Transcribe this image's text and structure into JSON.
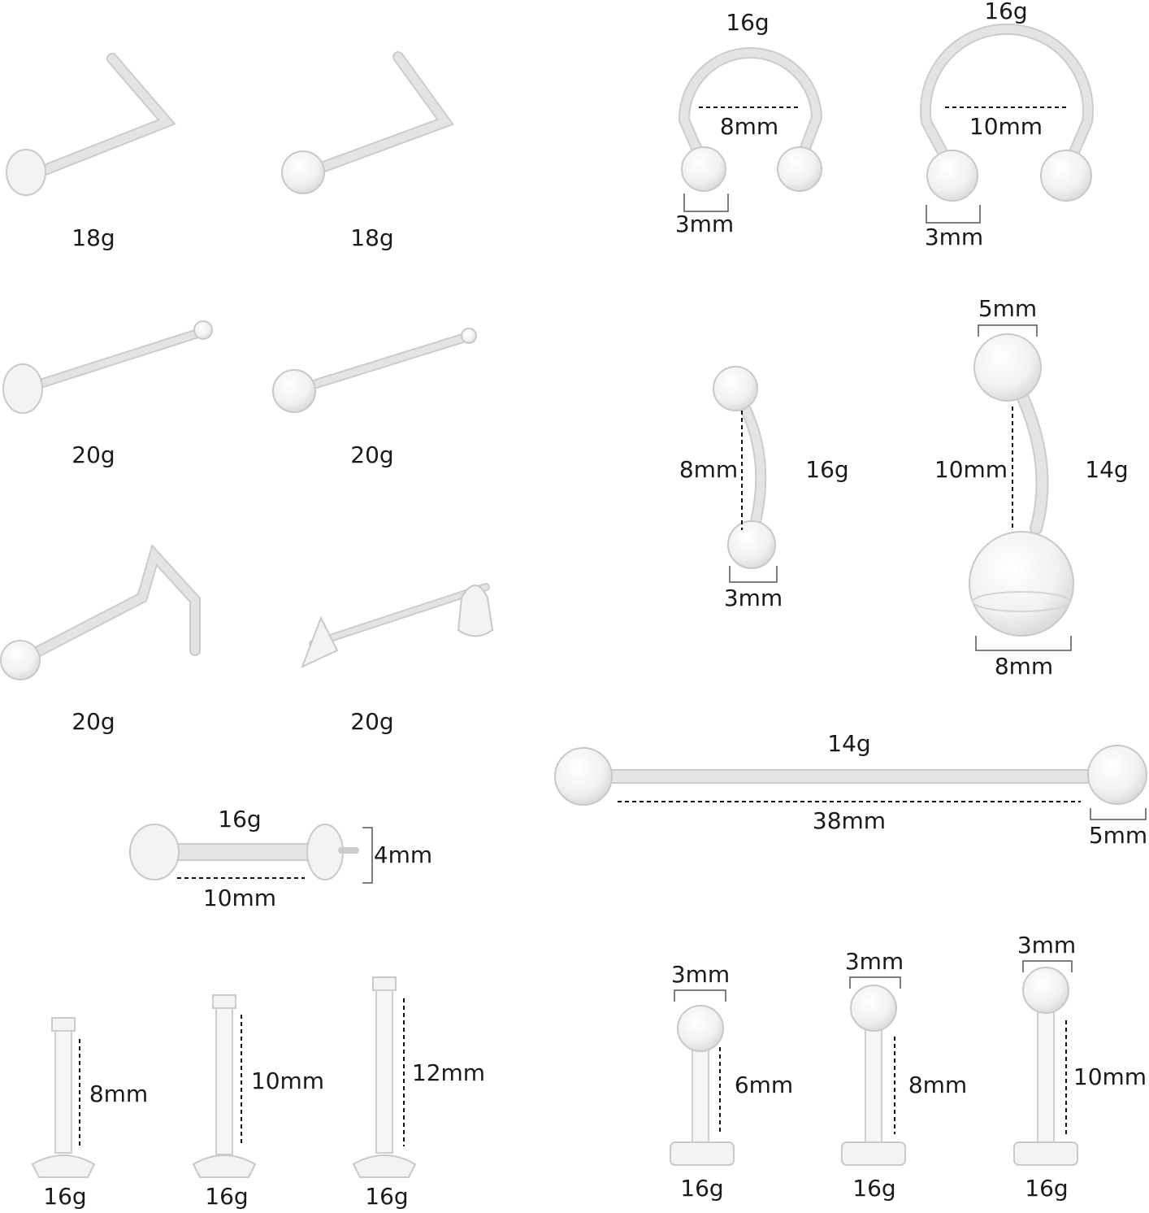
{
  "items": [
    {
      "name": "nose-l-bend-flat",
      "labels": [
        "18g"
      ]
    },
    {
      "name": "nose-l-bend-ball",
      "labels": [
        "18g"
      ]
    },
    {
      "name": "nose-stud-flat",
      "labels": [
        "20g"
      ]
    },
    {
      "name": "nose-stud-ball",
      "labels": [
        "20g"
      ]
    },
    {
      "name": "nose-screw",
      "labels": [
        "20g"
      ]
    },
    {
      "name": "nose-pin-backing",
      "labels": [
        "20g"
      ]
    },
    {
      "name": "horseshoe-small",
      "labels": [
        "16g",
        "8mm",
        "3mm"
      ]
    },
    {
      "name": "horseshoe-large",
      "labels": [
        "16g",
        "10mm",
        "3mm"
      ]
    },
    {
      "name": "curved-barbell-small",
      "labels": [
        "8mm",
        "16g",
        "3mm"
      ]
    },
    {
      "name": "belly-ring",
      "labels": [
        "5mm",
        "10mm",
        "14g",
        "8mm"
      ]
    },
    {
      "name": "industrial-barbell",
      "labels": [
        "14g",
        "38mm",
        "5mm"
      ]
    },
    {
      "name": "tragus-barbell",
      "labels": [
        "16g",
        "4mm",
        "10mm"
      ]
    },
    {
      "name": "labret-post-8",
      "labels": [
        "8mm",
        "16g"
      ]
    },
    {
      "name": "labret-post-10",
      "labels": [
        "10mm",
        "16g"
      ]
    },
    {
      "name": "labret-post-12",
      "labels": [
        "12mm",
        "16g"
      ]
    },
    {
      "name": "labret-ball-6",
      "labels": [
        "3mm",
        "6mm",
        "16g"
      ]
    },
    {
      "name": "labret-ball-8",
      "labels": [
        "3mm",
        "8mm",
        "16g"
      ]
    },
    {
      "name": "labret-ball-10",
      "labels": [
        "3mm",
        "10mm",
        "16g"
      ]
    }
  ]
}
